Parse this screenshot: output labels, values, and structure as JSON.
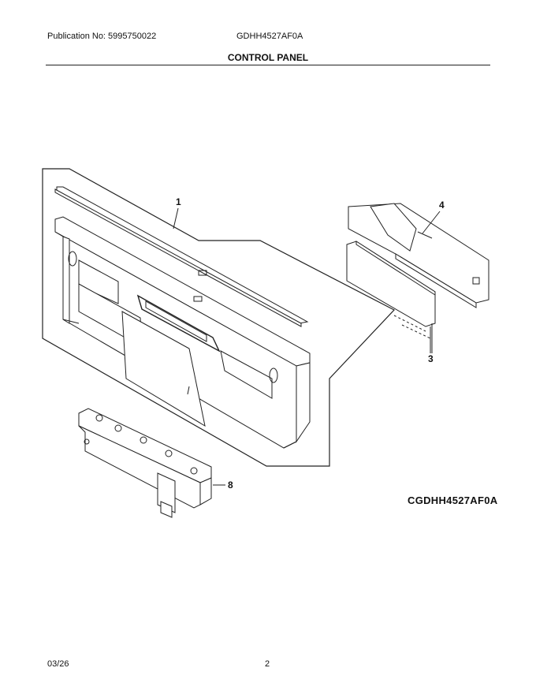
{
  "header": {
    "publication": "Publication No: 5995750022",
    "model": "GDHH4527AF0A",
    "title": "CONTROL PANEL"
  },
  "callouts": {
    "c1": "1",
    "c3": "3",
    "c4": "4",
    "c8": "8"
  },
  "drawing_id": "CGDHH4527AF0A",
  "footer": {
    "date": "03/26",
    "page": "2"
  }
}
